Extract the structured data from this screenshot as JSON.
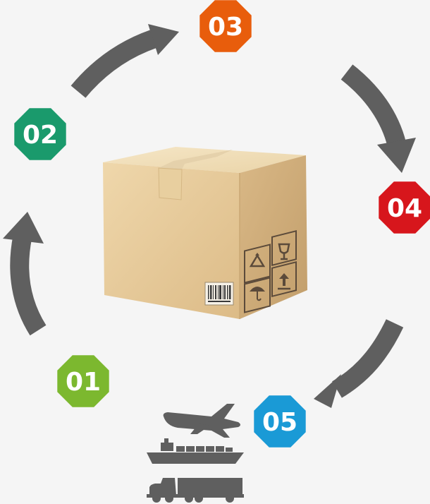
{
  "steps": [
    {
      "number": "01",
      "color": "#7cb82f"
    },
    {
      "number": "02",
      "color": "#1a9a6c"
    },
    {
      "number": "03",
      "color": "#e85d0c"
    },
    {
      "number": "04",
      "color": "#d7161c"
    },
    {
      "number": "05",
      "color": "#1a9ad6"
    }
  ],
  "arrow_color": "#5f5f5f",
  "box_colors": {
    "top": "#f1dfbb",
    "front": "#e6c99a",
    "side": "#cfae7c",
    "print": "#5b4a3a"
  },
  "transport_icons": [
    "airplane-icon",
    "cargo-ship-icon",
    "truck-icon"
  ],
  "package_icons": [
    "recycle-icon",
    "fragile-glass-icon",
    "keep-dry-umbrella-icon",
    "this-way-up-icon",
    "barcode-icon"
  ]
}
